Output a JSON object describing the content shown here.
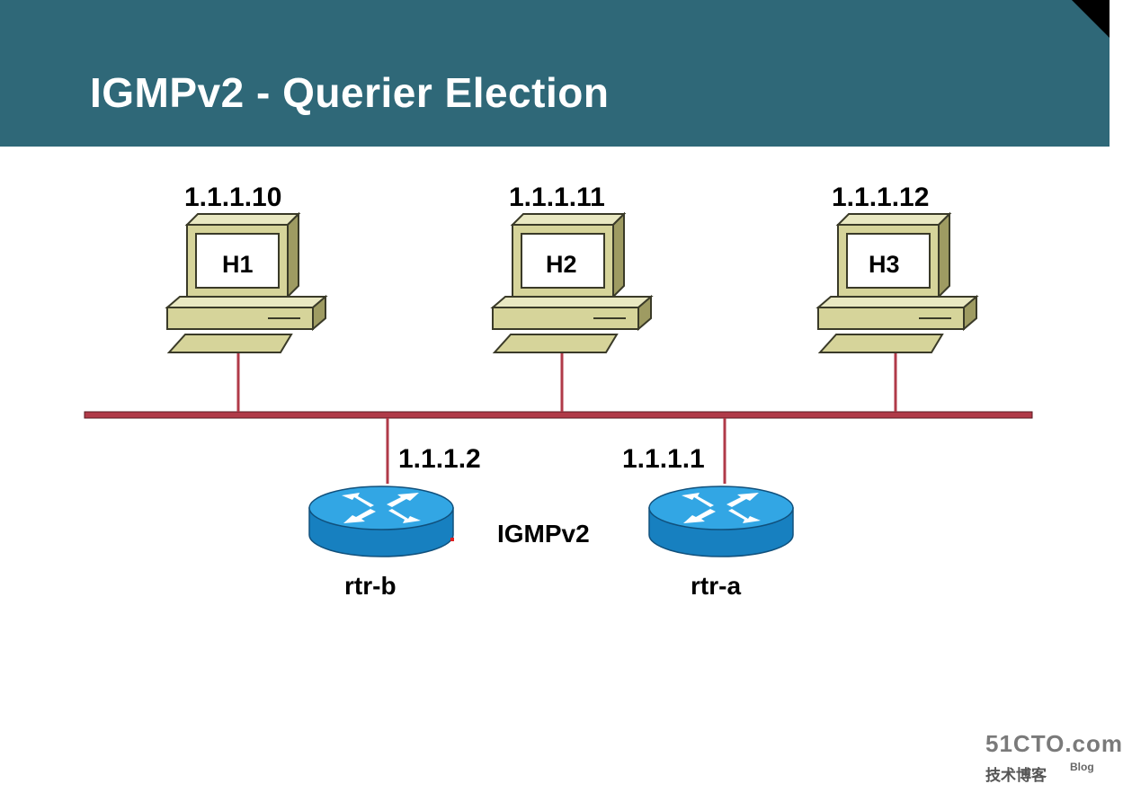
{
  "slide": {
    "title": "IGMPv2 - Querier Election"
  },
  "hosts": [
    {
      "ip": "1.1.1.10",
      "name": "H1"
    },
    {
      "ip": "1.1.1.11",
      "name": "H2"
    },
    {
      "ip": "1.1.1.12",
      "name": "H3"
    }
  ],
  "routers": [
    {
      "ip": "1.1.1.2",
      "name": "rtr-b"
    },
    {
      "ip": "1.1.1.1",
      "name": "rtr-a"
    }
  ],
  "protocol_label": "IGMPv2",
  "watermark": {
    "logo": "51CTO.com",
    "subtitle": "技术博客",
    "blog": "Blog"
  },
  "colors": {
    "header": "#2f6878",
    "bus": "#b03a48",
    "host_body": "#d6d49a",
    "router": "#1f8fd0"
  },
  "icons": {
    "host": "desktop-computer-icon",
    "router": "router-icon"
  }
}
